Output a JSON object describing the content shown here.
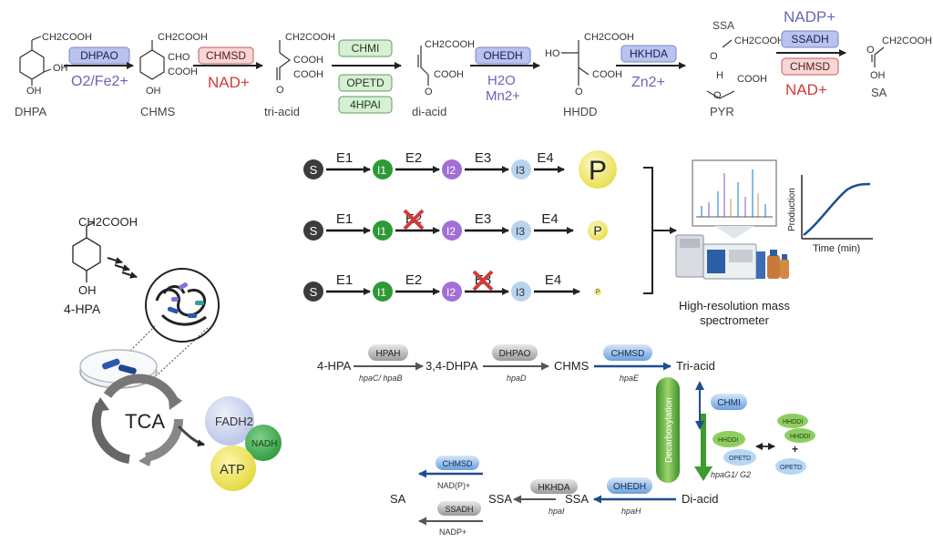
{
  "pathway": {
    "compounds": {
      "dhpa_sub": "CH2COOH",
      "dhpa_oh_top": "OH",
      "dhpa_oh_bottom": "OH",
      "dhpa": "DHPA",
      "chms_sub": "CH2COOH",
      "chms_cho": "CHO",
      "chms_cooh": "COOH",
      "chms_oh": "OH",
      "chms": "CHMS",
      "triacid_sub": "CH2COOH",
      "triacid_cooh1": "COOH",
      "triacid_cooh2": "COOH",
      "triacid_o": "O",
      "triacid": "tri-acid",
      "diacid_sub": "CH2COOH",
      "diacid_cooh": "COOH",
      "diacid_o": "O",
      "diacid": "di-acid",
      "hhdd_sub": "CH2COOH",
      "hhdd_ho": "HO",
      "hhdd_cooh": "COOH",
      "hhdd_o": "O",
      "hhdd": "HHDD",
      "ssa_name": "SSA",
      "ssa_sub": "CH2COOH",
      "ssa_o": "O",
      "ssa_h": "H",
      "pyr_cooh": "COOH",
      "pyr_o": "O",
      "pyr": "PYR",
      "sa_sub": "CH2COOH",
      "sa_oh": "OH",
      "sa": "SA"
    },
    "enzymes": {
      "dhpao": "DHPAO",
      "o2fe": "O2/Fe2+",
      "chmsd": "CHMSD",
      "nad": "NAD+",
      "chmi": "CHMI",
      "opetd": "OPETD",
      "hpai4": "4HPAI",
      "ohedh": "OHEDH",
      "h2o": "H2O",
      "mn": "Mn2+",
      "hkhda": "HKHDA",
      "zn": "Zn2+",
      "nadp": "NADP+",
      "ssadh": "SSADH",
      "chmsd2": "CHMSD",
      "nad2": "NAD+"
    }
  },
  "left": {
    "substrate_sub": "CH2COOH",
    "substrate_oh": "OH",
    "substrate": "4-HPA",
    "tca": "TCA",
    "fadh2": "FADH2",
    "nadh": "NADH",
    "atp": "ATP"
  },
  "cascade": {
    "s": "S",
    "e1": "E1",
    "e2": "E2",
    "e3": "E3",
    "e4": "E4",
    "i1": "I1",
    "i2": "I2",
    "i3": "I3",
    "p": "P",
    "ms_caption_line1": "High-resolution mass",
    "ms_caption_line2": "spectrometer",
    "plot_ylabel": "Production",
    "plot_xlabel": "Time (min)"
  },
  "bottom": {
    "hpa4": "4-HPA",
    "hpah": "HPAH",
    "hpac": "hpaC/ hpaB",
    "dhpa34": "3,4-DHPA",
    "dhpao": "DHPAO",
    "hpad": "hpaD",
    "chms": "CHMS",
    "chmsd": "CHMSD",
    "hpae": "hpaE",
    "triacid": "Tri-acid",
    "decarbox": "Decarboxylation",
    "chmi": "CHMI",
    "hhddi1": "HHDDI",
    "opetd1": "OPETD",
    "hpag": "hpaG1/ G2",
    "hhddi2": "HHDDI",
    "hhddi3": "HHDDI",
    "opetd2": "OPETD",
    "plus": "+",
    "diacid": "Di-acid",
    "ohedh": "OHEDH",
    "hpah_gene": "hpaH",
    "ssa": "SSA",
    "hkhda": "HKHDA",
    "hpai": "hpaI",
    "sa": "SA",
    "chmsd2": "CHMSD",
    "nadp_top": "NAD(P)+",
    "ssadh": "SSADH",
    "nadp_bottom": "NADP+"
  },
  "colors": {
    "blue_enzyme": "#b9c3ee",
    "red_enzyme": "#f6d6d6",
    "green_enzyme": "#d7efd4",
    "cofactor_purple": "#6a66b8",
    "cofactor_red": "#d23a3a",
    "green_circle": "#2e9a36",
    "purple_circle": "#a36fd4",
    "light_blue_circle": "#b7d3ef",
    "yellow_product": "#ece66a",
    "dark_circle": "#3c3c3c",
    "arrow_blue": "#1f4e8e",
    "arrow_green": "#3f9b2d"
  }
}
